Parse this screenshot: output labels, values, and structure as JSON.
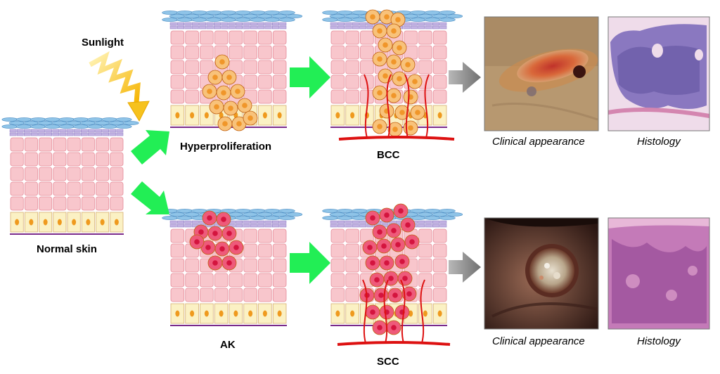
{
  "labels": {
    "sunlight": "Sunlight",
    "normal_skin": "Normal skin",
    "hyperproliferation": "Hyperproliferation",
    "bcc": "BCC",
    "ak": "AK",
    "scc": "SCC",
    "clinical_top": "Clinical appearance",
    "histology_top": "Histology",
    "clinical_bottom": "Clinical appearance",
    "histology_bottom": "Histology"
  },
  "colors": {
    "keratinocyte": "#f8c6cc",
    "keratinocyte_stroke": "#e58a98",
    "basal_cell": "#fbf1c4",
    "basal_nucleus": "#ef9a1e",
    "stratum_corneum": "#8fc4e8",
    "granular_layer": "#c3b3e3",
    "basement_membrane": "#7a2a8a",
    "bcc_cell": "#f8c27a",
    "bcc_nucleus": "#f0962a",
    "scc_cell": "#ee5a7a",
    "scc_nucleus": "#d4143e",
    "vessel": "#dd1111",
    "green_arrow": "#22ee55",
    "grey_arrow": "#8a8a8a",
    "sun_bolt": "#f6c21e"
  }
}
